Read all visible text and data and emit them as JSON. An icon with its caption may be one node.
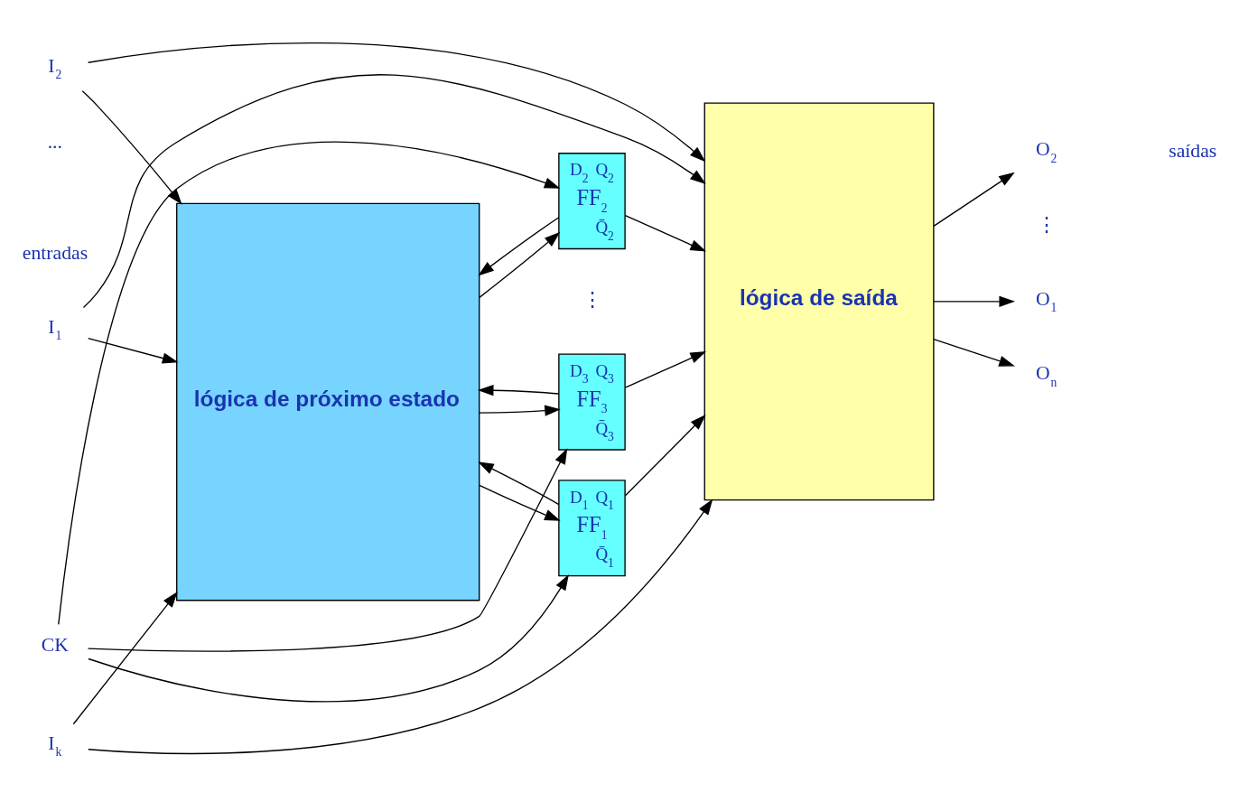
{
  "diagram": {
    "nodes": [
      {
        "text": [
          "I$_{1}$"
        ]
      },
      {
        "text": [
          "I$_{2}$"
        ]
      },
      {
        "text": [
          "I$_{k}$"
        ]
      },
      {
        "text": [
          "CK"
        ]
      },
      {
        "text": [
          "lógica de próximo estado"
        ]
      },
      {
        "text": [
          "D$_{1}$",
          "Q$_{1}$",
          "FF$_{1}$",
          "Q̄$_{1}$"
        ]
      },
      {
        "text": [
          "D$_{2}$",
          "Q$_{2}$",
          "FF$_{2}$",
          "Q̄$_{2}$"
        ]
      },
      {
        "text": [
          "D$_{3}$",
          "Q$_{3}$",
          "FF$_{3}$",
          "Q̄$_{3}$"
        ]
      },
      {
        "text": [
          "lógica de saída"
        ]
      },
      {
        "text": [
          "O$_{1}$"
        ]
      },
      {
        "text": [
          "O$_{2}$"
        ]
      },
      {
        "text": [
          "O$_{n}$"
        ]
      }
    ],
    "edges": [
      {
        "from": 0,
        "to": 4,
        "arrow": "to"
      },
      {
        "from": 1,
        "to": 4,
        "arrow": "to"
      },
      {
        "from": 2,
        "to": 4,
        "arrow": "to"
      },
      {
        "from": 0,
        "to": 8,
        "arrow": "to"
      },
      {
        "from": 1,
        "to": 8,
        "arrow": "to"
      },
      {
        "from": 2,
        "to": 8,
        "arrow": "to"
      },
      {
        "from": 3,
        "to": 5,
        "arrow": "to"
      },
      {
        "from": 3,
        "to": 6,
        "arrow": "to"
      },
      {
        "from": 3,
        "to": 7,
        "arrow": "to"
      },
      {
        "from": 4,
        "to": 5,
        "arrow": "to"
      },
      {
        "from": 4,
        "to": 6,
        "arrow": "to"
      },
      {
        "from": 4,
        "to": 7,
        "arrow": "to"
      },
      {
        "from": 5,
        "to": 8,
        "arrow": "to"
      },
      {
        "from": 6,
        "to": 8,
        "arrow": "to"
      },
      {
        "from": 7,
        "to": 8,
        "arrow": "to"
      },
      {
        "from": 5,
        "to": 4,
        "arrow": "to"
      },
      {
        "from": 6,
        "to": 4,
        "arrow": "to"
      },
      {
        "from": 7,
        "to": 4,
        "arrow": "to"
      },
      {
        "from": 8,
        "to": 9,
        "arrow": "to"
      },
      {
        "from": 8,
        "to": 10,
        "arrow": "to"
      },
      {
        "from": 8,
        "to": 11,
        "arrow": "to"
      }
    ],
    "labels": [
      "entradas",
      "...",
      "⋮",
      "⋮",
      "saídas"
    ]
  }
}
